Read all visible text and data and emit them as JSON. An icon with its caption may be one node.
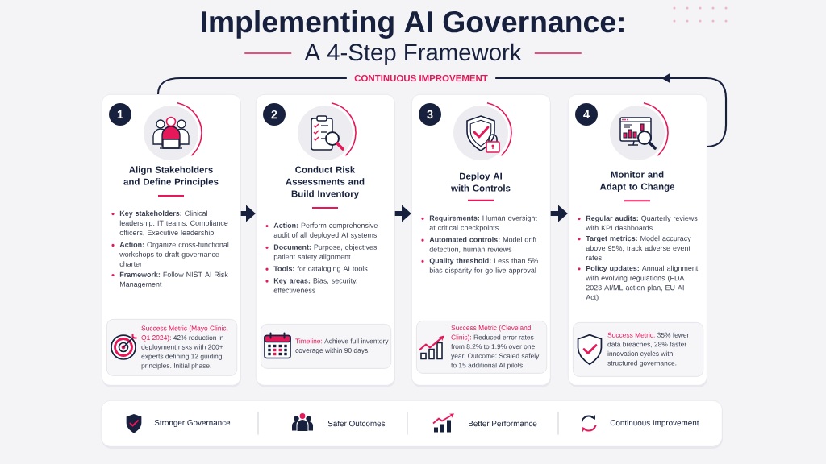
{
  "diagram": {
    "title": "Implementing AI Governance:",
    "nodes": [
      {
        "text": [
          "Align Stakeholders and Define Principles",
          "**Key stakeholders:** Clinical leadership, IT teams, Compliance officers, Executive leadership",
          "**Action:** Organize cross-functional workshops to draft governance charter",
          "**Framework:** Follow NIST AI Risk Management"
        ]
      },
      {
        "text": [
          "1"
        ],
        "in": 0
      },
      {
        "text": [
          "Success Metric (Mayo Clinic, Q1 2024):",
          "42% reduction in deployment risks with 200+ experts defining 12 guiding principles. Initial phase."
        ],
        "in": 0
      },
      {
        "text": [
          "Conduct Risk Assessments and Build Inventory",
          "**Action:** Perform comprehensive audit of all deployed AI systems",
          "**Document:** Purpose, objectives, patient safety alignment",
          "**Tools:** for cataloging AI tools",
          "**Key areas:** Bias, security, effectiveness"
        ]
      },
      {
        "text": [
          "2"
        ],
        "in": 3
      },
      {
        "text": [
          "Timeline:",
          "Achieve full inventory coverage within 90 days."
        ],
        "in": 3
      },
      {
        "text": [
          "Deploy AI with Controls",
          "**Requirements:** Human oversight at critical checkpoints",
          "**Automated controls:** Model drift detection, human reviews",
          "**Quality threshold:** Less than 5% bias disparity for go-live approval"
        ]
      },
      {
        "text": [
          "3"
        ],
        "in": 6
      },
      {
        "text": [
          "Success Metric (Cleveland Clinic):",
          "Reduced error rates from 8.2% to 1.9% over one year. Outcome: Scaled safely to 15 additional AI pilots."
        ],
        "in": 6
      },
      {
        "text": [
          "Monitor and Adapt to Change",
          "**Regular audits:** Quarterly reviews with KPI dashboards",
          "**Target metrics:** Model accuracy above 95%, track adverse event rates",
          "**Policy updates:** Annual alignment with evolving regulations (FDA 2023 AI/ML action plan, EU AI Act)"
        ]
      },
      {
        "text": [
          "4"
        ],
        "in": 9
      },
      {
        "text": [
          "Success Metric:",
          "35% fewer data breaches, 28% faster innovation cycles with structured governance."
        ],
        "in": 9
      },
      {
        "text": [
          "Stronger Governance",
          "Safer Outcomes",
          "Better Performance",
          "Continuous Improvement"
        ]
      }
    ],
    "edges": [
      {
        "from": 0,
        "to": 3,
        "arrow": "to"
      },
      {
        "from": 3,
        "to": 6,
        "arrow": "to"
      },
      {
        "from": 6,
        "to": 9,
        "arrow": "to"
      },
      {
        "from": 9,
        "to": 0,
        "arrow": "to",
        "label": "CONTINUOUS IMPROVEMENT"
      }
    ],
    "labels": [
      "A 4-Step Framework"
    ]
  }
}
